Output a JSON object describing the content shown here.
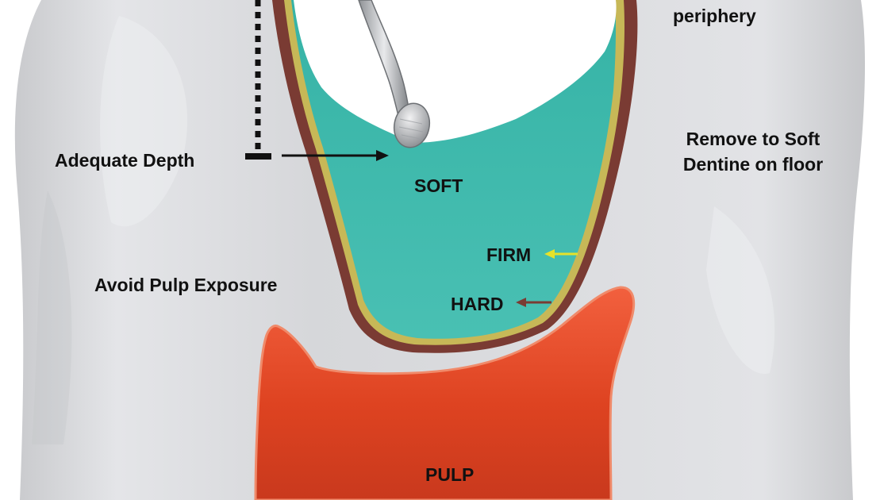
{
  "labels": {
    "periphery": "periphery",
    "adequate_depth": "Adequate Depth",
    "remove_line1": "Remove to Soft",
    "remove_line2": "Dentine on floor",
    "soft": "SOFT",
    "firm": "FIRM",
    "hard": "HARD",
    "avoid_pulp": "Avoid Pulp Exposure",
    "pulp": "PULP"
  },
  "colors": {
    "tooth": "#dcdde0",
    "soft_dentine": "#3fb8ab",
    "firm_dentine": "#c7b857",
    "hard_dentine": "#7a3b33",
    "pulp": "#e0442a",
    "firm_arrow": "#e6e22a",
    "hard_arrow": "#7a3b33",
    "depth_arrow": "#111111",
    "instrument": "#b7babd"
  }
}
